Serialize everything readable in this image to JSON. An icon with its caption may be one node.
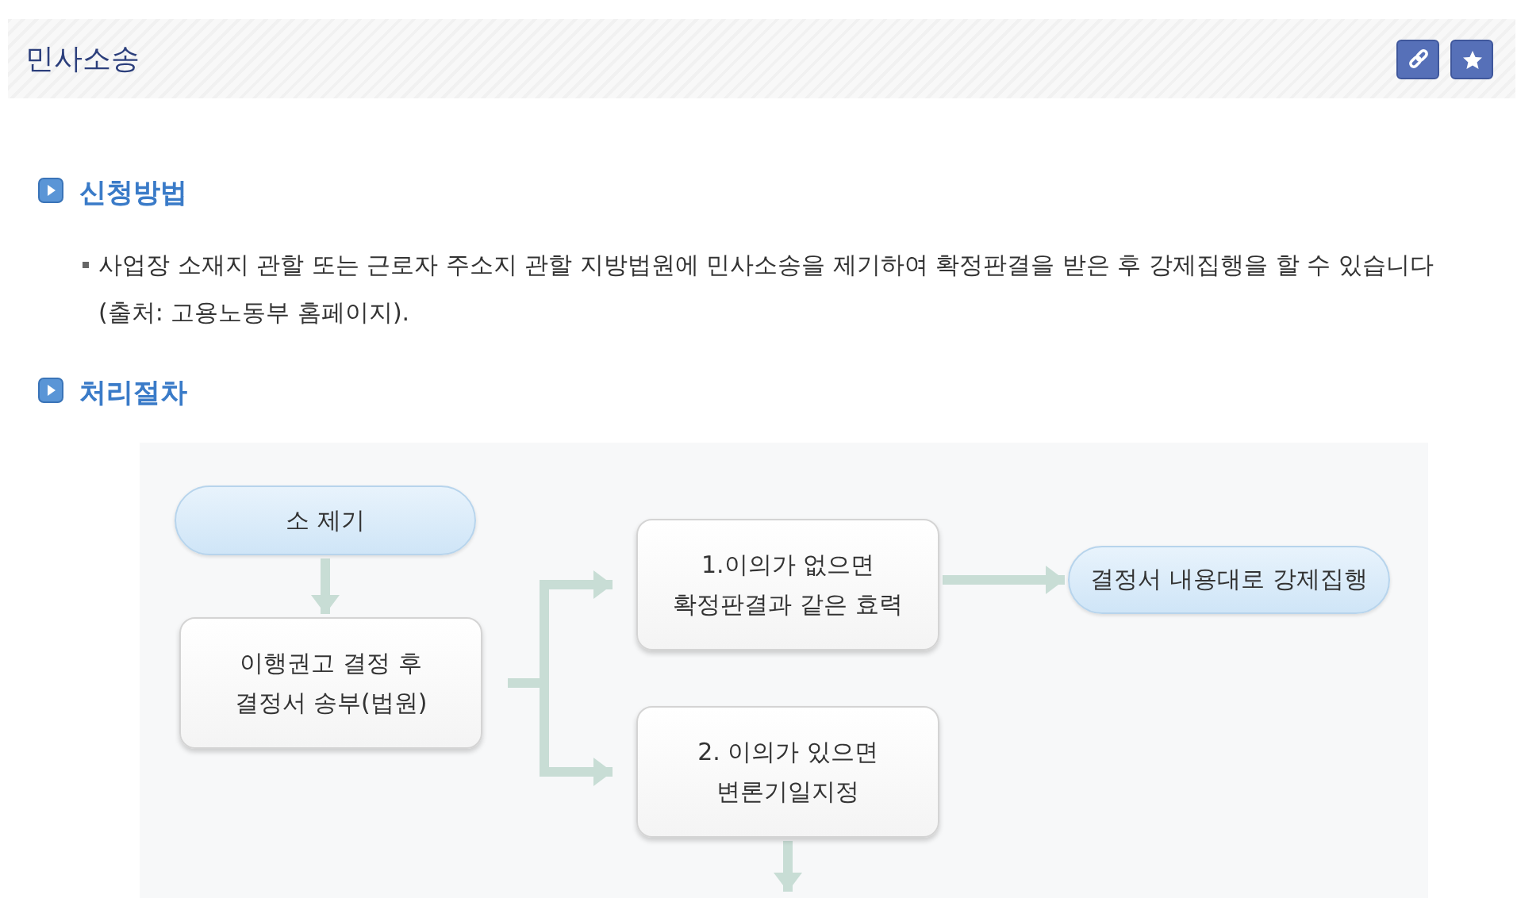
{
  "diagram": {
    "title": "민사소송",
    "nodes": [
      {
        "text": [
          "소 제기"
        ]
      },
      {
        "text": [
          "이행권고 결정 후 결정서 송부(법원)"
        ]
      },
      {
        "text": [
          "1.이의가 없으면 확정판결과 같은 효력"
        ]
      },
      {
        "text": [
          "2. 이의가 있으면 변론기일지정"
        ]
      },
      {
        "text": [
          "결정서 내용대로 강제집행"
        ]
      }
    ],
    "edges": [
      {
        "from": 0,
        "to": 1,
        "arrow": "to"
      },
      {
        "from": 1,
        "to": 2,
        "arrow": "to"
      },
      {
        "from": 1,
        "to": 3,
        "arrow": "to"
      },
      {
        "from": 2,
        "to": 4,
        "arrow": "to"
      },
      {
        "from": 3,
        "to": null,
        "arrow": "to"
      }
    ],
    "labels": [
      "신청방법",
      "사업장 소재지 관할 또는 근로자 주소지 관할 지방법원에 민사소송을 제기하여 확정판결을 받은 후 강제집행을 할 수 있습니다(출처: 고용노동부 홈페이지).",
      "처리절차"
    ]
  }
}
